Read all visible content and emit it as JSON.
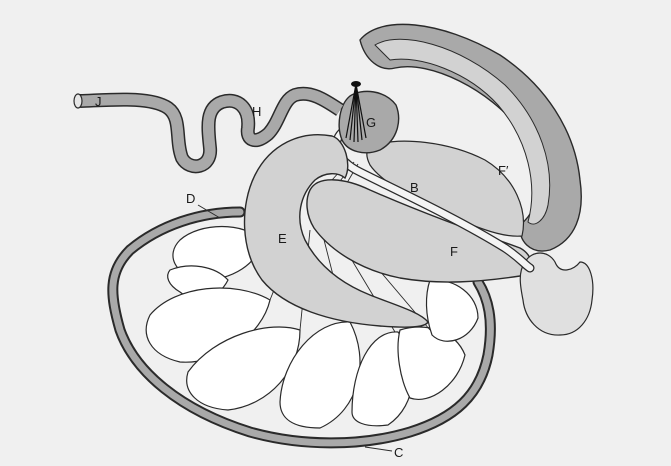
{
  "diagram": {
    "labels": {
      "J": "J",
      "H": "H",
      "G": "G",
      "F_prime": "F′",
      "B": "B",
      "F": "F",
      "E": "E",
      "D": "D",
      "C": "C"
    },
    "colors": {
      "background": "#f0f0f0",
      "tube_fill": "#a9a9a9",
      "organ_fill": "#d2d2d2",
      "lobe_fill": "#ffffff",
      "outline": "#2a2a2a"
    }
  }
}
